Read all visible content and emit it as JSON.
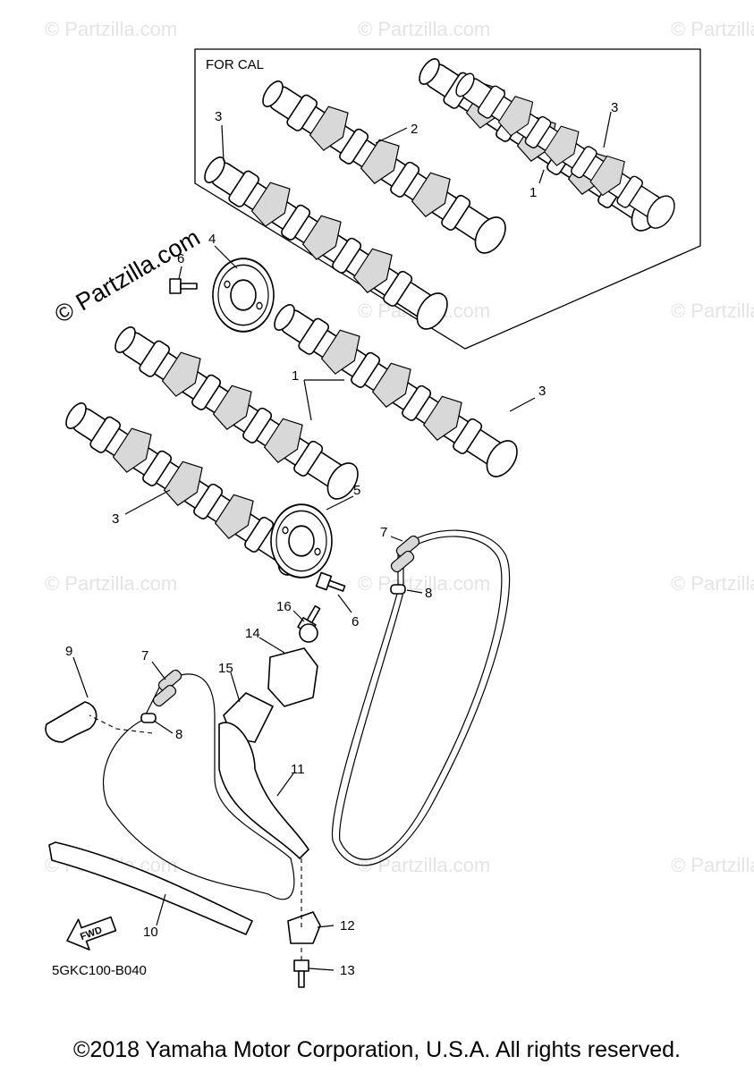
{
  "inset_label": "FOR CAL",
  "diagram_code": "5GKC100-B040",
  "fwd_label": "FWD",
  "watermark": "© Partzilla.com",
  "copyright": "©2018 Yamaha Motor Corporation, U.S.A. All rights reserved.",
  "callouts": {
    "c1_inset": "1",
    "c2_inset": "2",
    "c3_inset_left": "3",
    "c3_inset_right": "3",
    "c4": "4",
    "c6_top": "6",
    "c1": "1",
    "c3_right": "3",
    "c3_left": "3",
    "c5": "5",
    "c7_right": "7",
    "c8_right": "8",
    "c6_mid": "6",
    "c16": "16",
    "c14": "14",
    "c9": "9",
    "c7_left": "7",
    "c15": "15",
    "c8_left": "8",
    "c11": "11",
    "c10": "10",
    "c12": "12",
    "c13": "13"
  },
  "icons": [
    "camshaft-icon",
    "cam-sprocket-icon",
    "bolt-icon",
    "timing-chain-icon",
    "chain-guide-icon",
    "tensioner-icon",
    "fwd-arrow-icon"
  ]
}
